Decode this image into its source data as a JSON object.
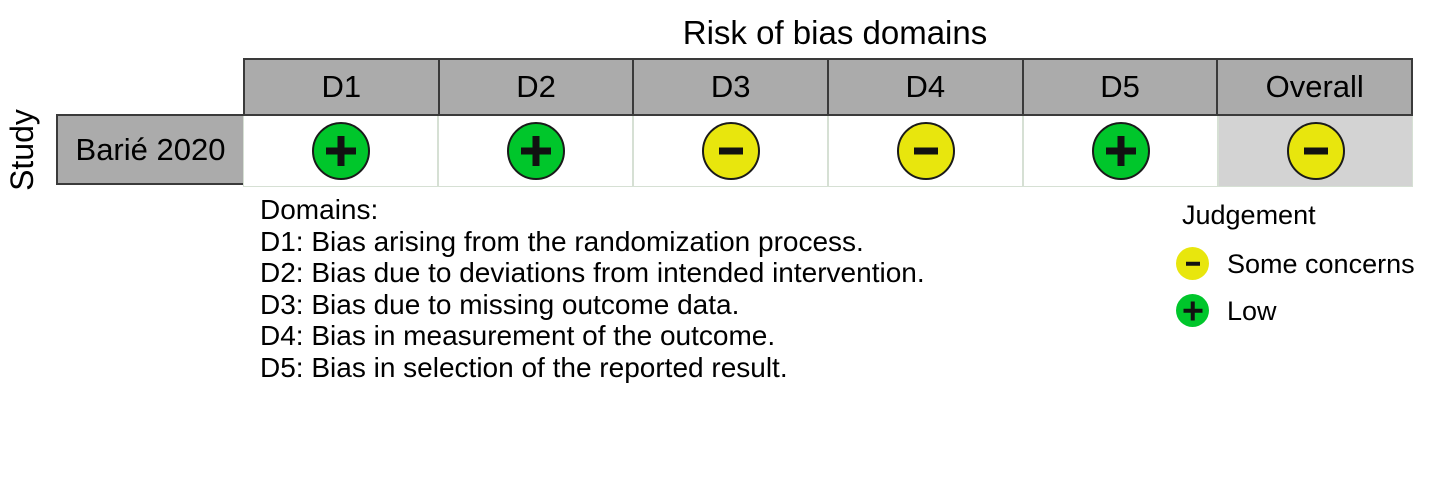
{
  "chart_data": {
    "type": "table",
    "title": "Risk of bias domains",
    "ylabel": "Study",
    "columns": [
      "D1",
      "D2",
      "D3",
      "D4",
      "D5",
      "Overall"
    ],
    "rows": [
      {
        "study": "Barié 2020",
        "judgements": [
          "Low",
          "Low",
          "Some concerns",
          "Some concerns",
          "Low",
          "Some concerns"
        ],
        "symbols": [
          "+",
          "+",
          "-",
          "-",
          "+",
          "-"
        ]
      }
    ],
    "legend_position": "right",
    "grid": true
  },
  "title": "Risk of bias domains",
  "axis": {
    "study_label": "Study"
  },
  "table": {
    "headers": [
      {
        "label": "D1",
        "name": "header-d1"
      },
      {
        "label": "D2",
        "name": "header-d2"
      },
      {
        "label": "D3",
        "name": "header-d3"
      },
      {
        "label": "D4",
        "name": "header-d4"
      },
      {
        "label": "D5",
        "name": "header-d5"
      },
      {
        "label": "Overall",
        "name": "header-overall"
      }
    ],
    "rows": [
      {
        "study": "Barié 2020",
        "cells": [
          {
            "judgement": "Low",
            "symbol": "+"
          },
          {
            "judgement": "Low",
            "symbol": "+"
          },
          {
            "judgement": "Some concerns",
            "symbol": "-"
          },
          {
            "judgement": "Some concerns",
            "symbol": "-"
          },
          {
            "judgement": "Low",
            "symbol": "+"
          },
          {
            "judgement": "Some concerns",
            "symbol": "-"
          }
        ]
      }
    ]
  },
  "domains_caption": {
    "heading": "Domains:",
    "lines": [
      "D1: Bias arising from the randomization process.",
      "D2: Bias due to deviations from intended intervention.",
      "D3: Bias due to missing outcome data.",
      "D4: Bias in measurement of the outcome.",
      "D5: Bias in selection of the reported result."
    ]
  },
  "legend": {
    "title": "Judgement",
    "items": [
      {
        "label": "Some concerns",
        "symbol": "-",
        "color": "#E8E60D"
      },
      {
        "label": "Low",
        "symbol": "+",
        "color": "#00C62B"
      }
    ]
  },
  "colors": {
    "low": "#00C62B",
    "some_concerns": "#E8E60D",
    "header_gray": "#ABABAB",
    "overall_cell_gray": "#D3D3D3",
    "border_dark": "#3A3A3A",
    "grid_light": "#D6E0D4",
    "background": "#FFFFFF"
  }
}
